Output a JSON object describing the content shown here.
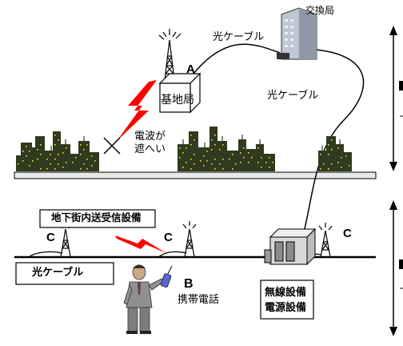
{
  "labels": {
    "exchange": "交換局",
    "fiber_top": "光ケーブル",
    "fiber_right": "光ケーブル",
    "base_station": "基地局",
    "point_a": "A",
    "radio_blocked": "電波が\n遮へい",
    "underground": "地下街内送受信設備",
    "fiber_box": "光ケーブル",
    "point_b": "B",
    "mobile_phone": "携帯電話",
    "point_c_left": "C",
    "point_c_mid": "C",
    "point_c_right": "C",
    "equipment": "無線設備\n電源設備"
  },
  "colors": {
    "line": "#000000",
    "lightning": "#ff0000",
    "building_dark": "#2f3a1e",
    "building_window": "#ffd84a",
    "ground_band": "#e9e9e9",
    "cabinet": "#d8d8d8"
  }
}
